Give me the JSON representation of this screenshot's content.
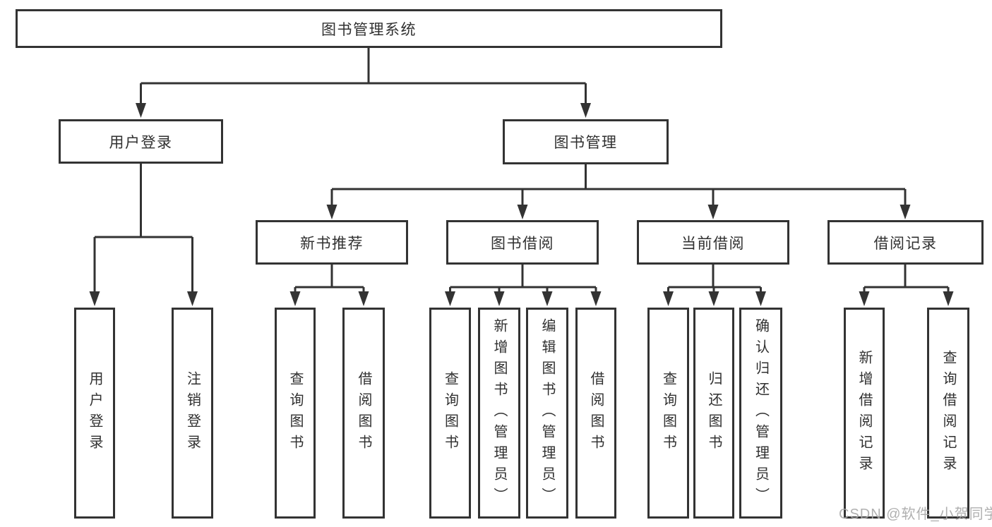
{
  "diagram": {
    "root": {
      "label": "图书管理系统"
    },
    "branches": {
      "user_login": {
        "label": "用户登录"
      },
      "book_management": {
        "label": "图书管理"
      }
    },
    "modules": {
      "new_book_recommend": {
        "label": "新书推荐"
      },
      "book_borrow": {
        "label": "图书借阅"
      },
      "current_borrow": {
        "label": "当前借阅"
      },
      "borrow_records": {
        "label": "借阅记录"
      }
    },
    "leaves": {
      "user_login_login": {
        "label": "用户登录"
      },
      "user_login_logout": {
        "label": "注销登录"
      },
      "nb_query_books": {
        "label": "查询图书"
      },
      "nb_borrow_books": {
        "label": "借阅图书"
      },
      "bb_query_books": {
        "label": "查询图书"
      },
      "bb_add_books_admin": {
        "label": "新增图书（管理员）"
      },
      "bb_edit_books_admin": {
        "label": "编辑图书（管理员）"
      },
      "bb_borrow_books": {
        "label": "借阅图书"
      },
      "cb_query_books": {
        "label": "查询图书"
      },
      "cb_return_books": {
        "label": "归还图书"
      },
      "cb_confirm_return_admin": {
        "label": "确认归还（管理员）"
      },
      "br_add_record": {
        "label": "新增借阅记录"
      },
      "br_query_record": {
        "label": "查询借阅记录"
      }
    }
  },
  "watermark": {
    "text": "CSDN @软件_小贺同学"
  },
  "colors": {
    "line": "#333333",
    "box_border": "#333333",
    "text": "#303030",
    "watermark": "#a8a8a8",
    "background": "#ffffff"
  }
}
